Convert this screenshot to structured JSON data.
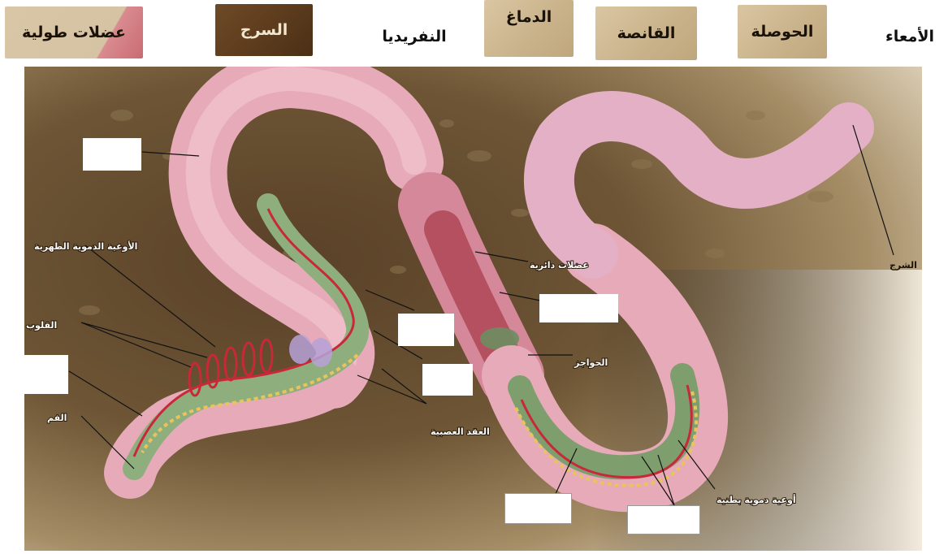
{
  "word_bank": {
    "intestine": "الأمعاء",
    "crop": "الحوصلة",
    "gizzard": "القانصة",
    "brain": "الدماغ",
    "nephridia": "النفريديا",
    "clitellum": "السرج",
    "longitudinal_muscles": "عضلات طولية"
  },
  "labels": {
    "dorsal_vessels": "الأوعية الدموية الظهرية",
    "hearts": "القلوب",
    "mouth": "الفم",
    "ganglia": "العقد العصبية",
    "circular_muscles": "عضلات دائرية",
    "septa": "الحواجز",
    "ventral_vessels": "أوعية دموية بطنية",
    "anus": "الشرج"
  },
  "colors": {
    "soil_dark": "#4a3520",
    "soil_light": "#c9b48e",
    "worm_pink": "#e3a7b4",
    "gut_green": "#8fae7e",
    "vessel_red": "#c8283a",
    "nerve_yellow": "#e9c45a"
  }
}
